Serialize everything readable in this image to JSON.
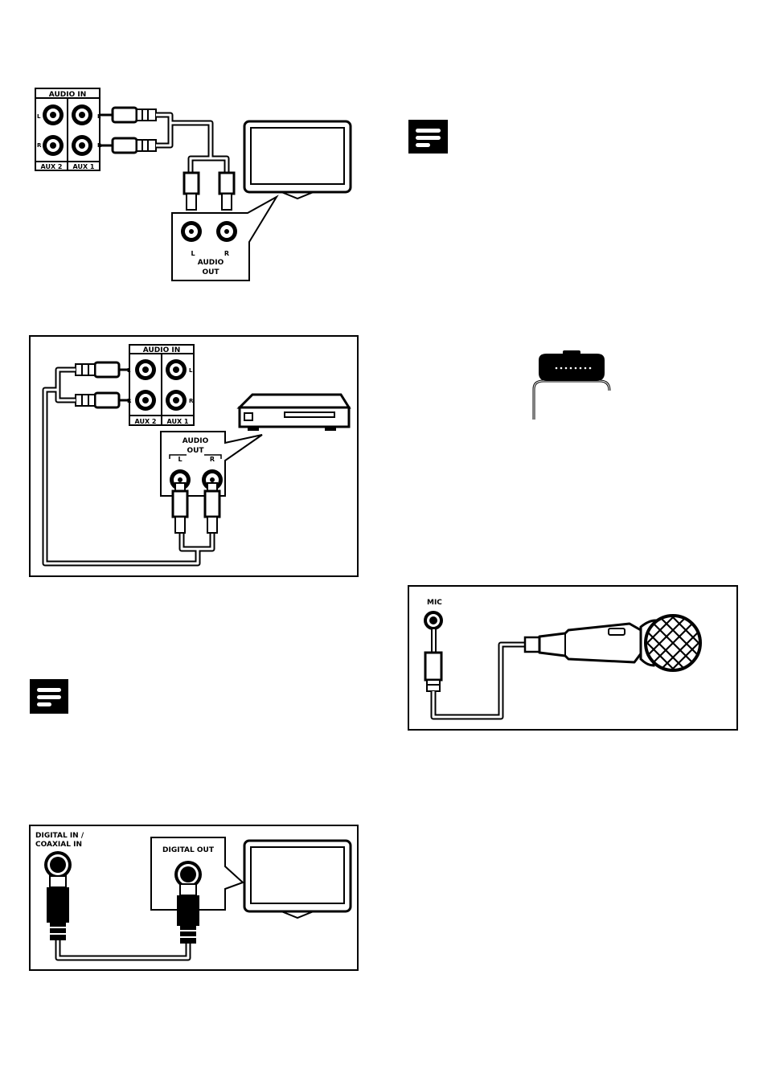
{
  "fig1": {
    "audio_in": "AUDIO IN",
    "aux2": "AUX 2",
    "aux1": "AUX 1",
    "l": "L",
    "r": "R",
    "audio": "AUDIO",
    "out": "OUT"
  },
  "fig2": {
    "audio_in": "AUDIO IN",
    "aux2": "AUX 2",
    "aux1": "AUX 1",
    "l": "L",
    "r": "R",
    "audio": "AUDIO",
    "out": "OUT"
  },
  "fig3": {
    "digital_in_line1": "DIGITAL IN /",
    "digital_in_line2": "COAXIAL IN",
    "digital_out": "DIGITAL OUT"
  },
  "fig5": {
    "mic": "MIC"
  },
  "icons": [
    "note-icon",
    "note-icon"
  ]
}
